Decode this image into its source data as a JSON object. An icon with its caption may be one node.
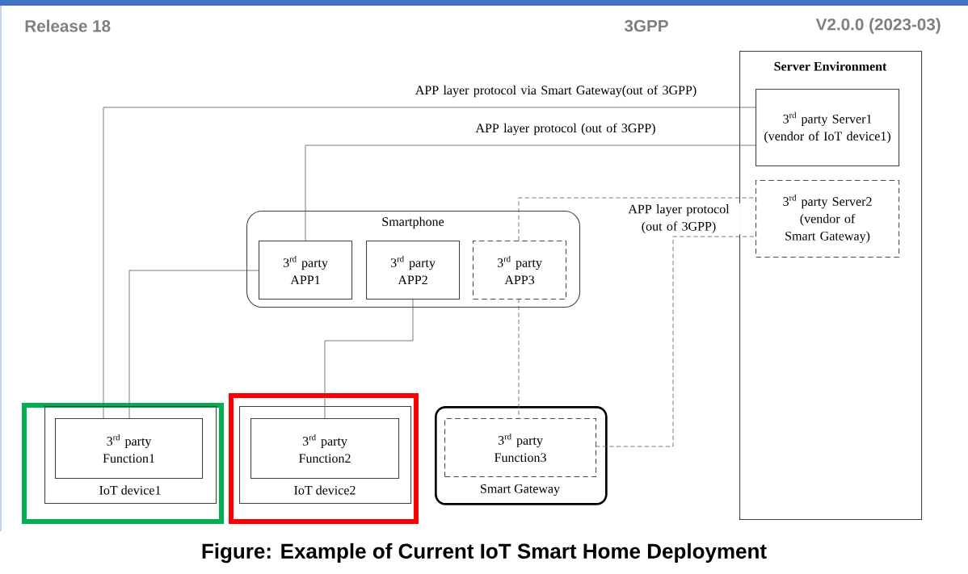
{
  "diagram": {
    "caption": "Figure: Example of Current IoT Smart Home Deployment",
    "nodes": [
      {
        "text": [
          "Server Environment"
        ]
      },
      {
        "text": [
          "\\text{3}^{\\text{rd}}\\text{ party Server1}",
          "(vendor of IoT device1)"
        ],
        "in": 0
      },
      {
        "text": [
          "\\text{3}^{\\text{rd}}\\text{ party Server2}",
          "(vendor of Smart Gateway)"
        ],
        "in": 0
      },
      {
        "text": [
          "Smartphone"
        ]
      },
      {
        "text": [
          "\\text{3}^{\\text{rd}}\\text{ party}",
          "APP1"
        ],
        "in": 3
      },
      {
        "text": [
          "\\text{3}^{\\text{rd}}\\text{ party}",
          "APP2"
        ],
        "in": 3
      },
      {
        "text": [
          "\\text{3}^{\\text{rd}}\\text{ party}",
          "APP3"
        ],
        "in": 3
      },
      {
        "text": [
          "IoT device1"
        ]
      },
      {
        "text": [
          "\\text{3}^{\\text{rd}}\\text{ party}",
          "Function1"
        ],
        "in": 7
      },
      {
        "text": [
          "IoT device2"
        ]
      },
      {
        "text": [
          "\\text{3}^{\\text{rd}}\\text{ party}",
          "Function2"
        ],
        "in": 9
      },
      {
        "text": [
          "Smart Gateway"
        ]
      },
      {
        "text": [
          "\\text{3}^{\\text{rd}}\\text{ party}",
          "Function3"
        ],
        "in": 11
      }
    ],
    "edges": [
      {
        "from": 8,
        "to": 1,
        "arrow": "none",
        "label": "APP layer protocol via Smart Gateway(out of 3GPP)"
      },
      {
        "from": 4,
        "to": 1,
        "arrow": "none",
        "label": "APP layer protocol (out of 3GPP)"
      },
      {
        "from": 8,
        "to": 4,
        "arrow": "none"
      },
      {
        "from": 5,
        "to": 10,
        "arrow": "none"
      },
      {
        "from": 6,
        "to": 2,
        "arrow": "none",
        "style": "dashed"
      },
      {
        "from": 6,
        "to": 12,
        "arrow": "none",
        "style": "dashed"
      },
      {
        "from": 12,
        "to": 2,
        "arrow": "none",
        "style": "dashed",
        "label": "APP layer protocol (out of 3GPP)"
      }
    ],
    "labels": [
      "Release 18",
      "3GPP",
      "V2.0.0 (2023-03)"
    ]
  }
}
